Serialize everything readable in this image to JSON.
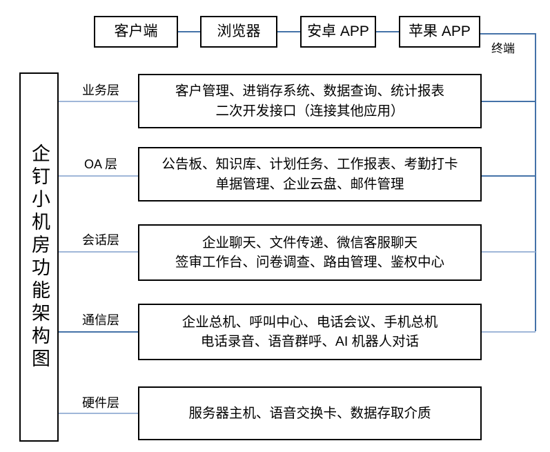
{
  "diagram": {
    "title_vertical": "企钉小机房功能架构图",
    "terminal_group_label": "终端",
    "terminals": [
      {
        "label": "客户端"
      },
      {
        "label": "浏览器"
      },
      {
        "label": "安卓 APP"
      },
      {
        "label": "苹果 APP"
      }
    ],
    "layers": [
      {
        "label": "业务层",
        "lines": [
          "客户管理、进销存系统、数据查询、统计报表",
          "二次开发接口（连接其他应用）"
        ]
      },
      {
        "label": "OA 层",
        "lines": [
          "公告板、知识库、计划任务、工作报表、考勤打卡",
          "单据管理、企业云盘、邮件管理"
        ]
      },
      {
        "label": "会话层",
        "lines": [
          "企业聊天、文件传递、微信客服聊天",
          "签审工作台、问卷调查、路由管理、鉴权中心"
        ]
      },
      {
        "label": "通信层",
        "lines": [
          "企业总机、呼叫中心、电话会议、手机总机",
          "电话录音、语音群呼、AI 机器人对话"
        ]
      },
      {
        "label": "硬件层",
        "lines": [
          "服务器主机、语音交换卡、数据存取介质"
        ]
      }
    ],
    "colors": {
      "connector": "#4472a8",
      "connector_pale": "#9fb6d8",
      "outline": "#000000",
      "background": "#ffffff"
    }
  }
}
